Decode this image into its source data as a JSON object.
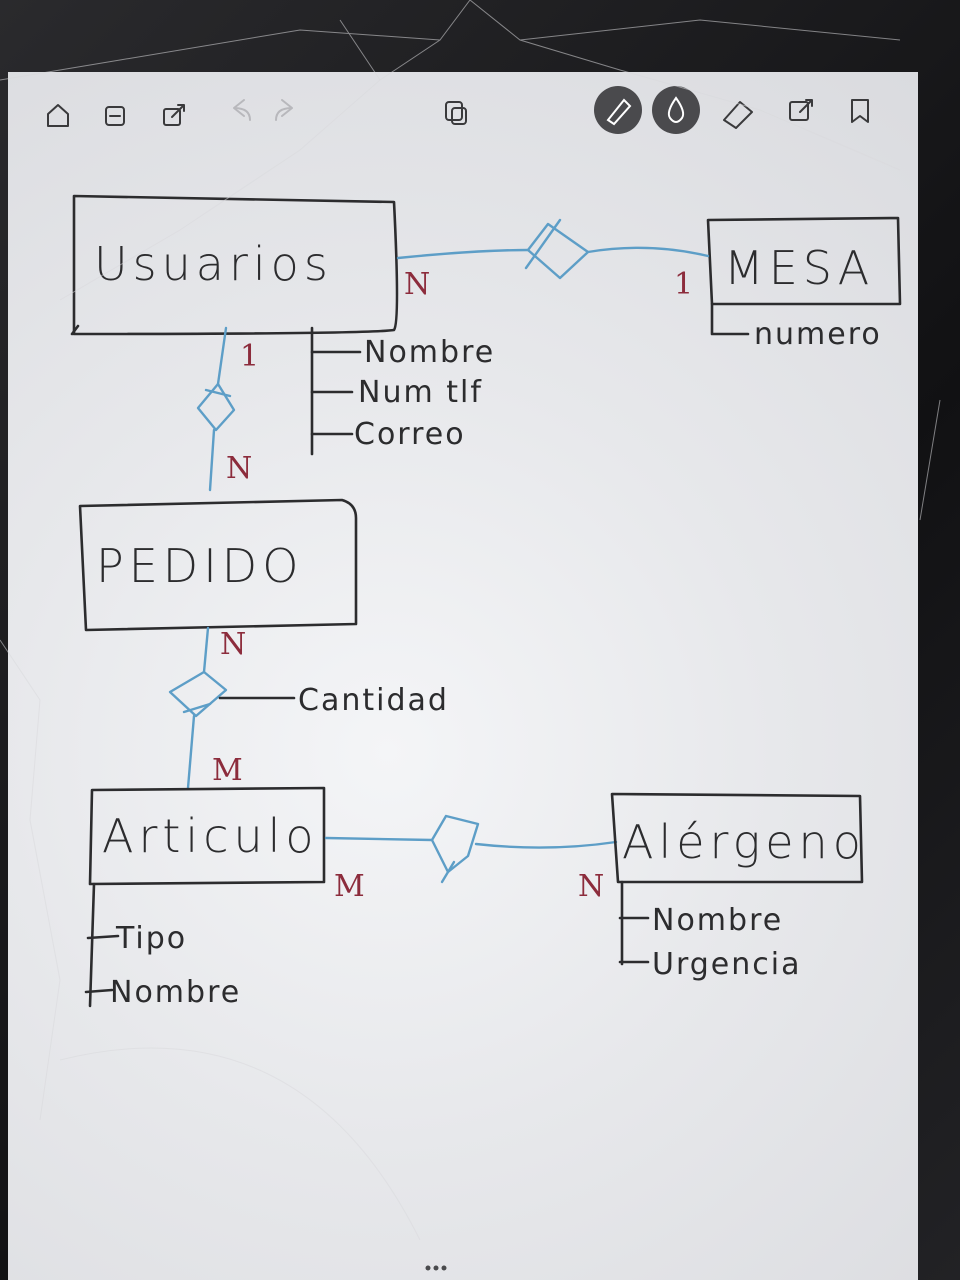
{
  "toolbar": {
    "icons": [
      "home-icon",
      "pages-icon",
      "share-icon",
      "undo-icon",
      "redo-icon",
      "copy-icon",
      "pen-icon",
      "ink-color-icon",
      "eraser-icon",
      "export-icon",
      "bookmark-icon"
    ]
  },
  "diagram": {
    "entities": {
      "usuarios": {
        "name": "Usuarios",
        "attributes": [
          "Nombre",
          "Num tlf",
          "Correo"
        ]
      },
      "mesa": {
        "name": "MESA",
        "attributes": [
          "numero"
        ]
      },
      "pedido": {
        "name": "PEDIDO",
        "attributes": []
      },
      "articulo": {
        "name": "Articulo",
        "attributes": [
          "Tipo",
          "Nombre"
        ]
      },
      "alergeno": {
        "name": "Alérgeno",
        "attributes": [
          "Nombre",
          "Urgencia"
        ]
      }
    },
    "relationships": {
      "usuarios_mesa": {
        "card_usuarios": "N",
        "card_mesa": "1"
      },
      "usuarios_pedido": {
        "card_usuarios": "1",
        "card_pedido": "N"
      },
      "pedido_articulo": {
        "card_pedido": "N",
        "card_articulo": "M",
        "attribute": "Cantidad"
      },
      "articulo_alergeno": {
        "card_articulo": "M",
        "card_alergeno": "N"
      }
    }
  },
  "colors": {
    "ink": "#2c2c2e",
    "connector": "#5d9ec7",
    "cardinality": "#8c2c3c"
  }
}
